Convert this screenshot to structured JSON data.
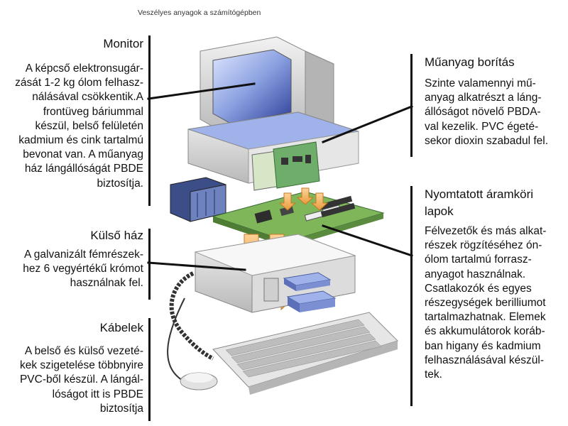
{
  "page_title": "Veszélyes anyagok a számítógépben",
  "sections": {
    "monitor": {
      "title": "Monitor",
      "lines": [
        "A képcső elektronsugár-",
        "zását 1-2  kg ólom felhasz-",
        "nálásával csökkentik.A",
        "frontüveg báriummal",
        "készül, belső felületén",
        "kadmium és cink tartalmú",
        "bevonat van. A műanyag",
        "ház lángállóságát PBDE",
        "biztosítja."
      ]
    },
    "kulso_haz": {
      "title": "Külső ház",
      "lines": [
        "A galvanizált fémrészek-",
        "hez 6 vegyértékű krómot",
        "használnak fel."
      ]
    },
    "kabelek": {
      "title": "Kábelek",
      "lines": [
        "A belső és külső vezeté-",
        "kek szigetelése többnyire",
        "PVC-ből készül. A  lángál-",
        "lóságot itt is PBDE",
        "biztosítja"
      ]
    },
    "muanyag": {
      "title": "Műanyag borítás",
      "lines": [
        "Szinte valamennyi mű-",
        "anyag alkatrészt a láng-",
        "állóságot növelő PBDA-",
        "val kezelik. PVC égeté-",
        "sekor dioxin szabadul fel."
      ]
    },
    "nyomtatott": {
      "title_lines": [
        "Nyomtatott áramköri",
        "lapok"
      ],
      "lines": [
        "Félvezetők és más alkat-",
        "részek rögzítéséhez ón-",
        "ólom tartalmú forrasz-",
        "anyagot használnak.",
        "Csatlakozók és egyes",
        "részegységek berilliumot",
        "tartalmazhatnak. Elemek",
        "és akkumulátorok koráb-",
        "ban higany és kadmium",
        "felhasználásával készül-",
        "tek."
      ]
    }
  }
}
